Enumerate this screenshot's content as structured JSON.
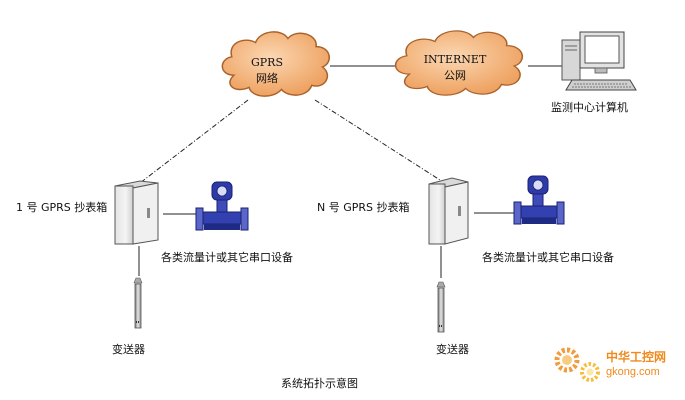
{
  "clouds": {
    "gprs": {
      "line1": "GPRS",
      "line2": "网络"
    },
    "internet": {
      "line1": "INTERNET",
      "line2": "公网"
    }
  },
  "computer": {
    "label": "监测中心计算机"
  },
  "stations": [
    {
      "name": "1 号 GPRS 抄表箱",
      "device_label": "各类流量计或其它串口设备",
      "transmitter_label": "变送器"
    },
    {
      "name": "N 号 GPRS 抄表箱",
      "device_label": "各类流量计或其它串口设备",
      "transmitter_label": "变送器"
    }
  ],
  "caption": "系统拓扑示意图",
  "watermark": {
    "cn": "中华工控网",
    "url": "gkong.com"
  },
  "colors": {
    "cloud_fill": "#f2b074",
    "cloud_stroke": "#a9622b",
    "flowmeter_blue": "#2d3aa8",
    "watermark_orange": "#f08a1c"
  }
}
